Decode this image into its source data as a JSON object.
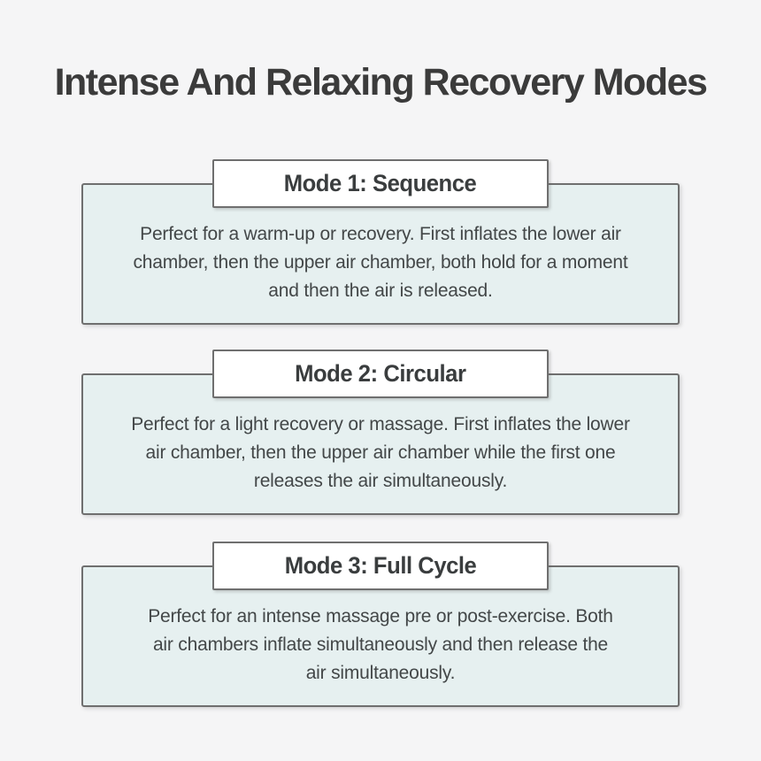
{
  "page": {
    "title": "Intense And Relaxing Recovery Modes"
  },
  "colors": {
    "page_background": "#f5f5f6",
    "card_background": "#e6f0f0",
    "card_border": "#6f6f6f",
    "header_background": "#ffffff",
    "title_text": "#3b3b3b",
    "body_text": "#434748"
  },
  "modes": [
    {
      "heading": "Mode 1: Sequence",
      "description_lines": [
        "Perfect for a warm-up or recovery. First inflates the lower air",
        "chamber, then the upper air chamber, both hold for a moment",
        "and then the air is released."
      ]
    },
    {
      "heading": "Mode 2: Circular",
      "description_lines": [
        "Perfect for a light recovery or massage. First inflates the lower",
        "air chamber, then the upper air chamber while the first one",
        "releases the air simultaneously."
      ]
    },
    {
      "heading": "Mode 3: Full Cycle",
      "description_lines": [
        "Perfect for an intense massage pre or post-exercise. Both",
        "air chambers inflate simultaneously and then release the",
        "air simultaneously."
      ]
    }
  ]
}
